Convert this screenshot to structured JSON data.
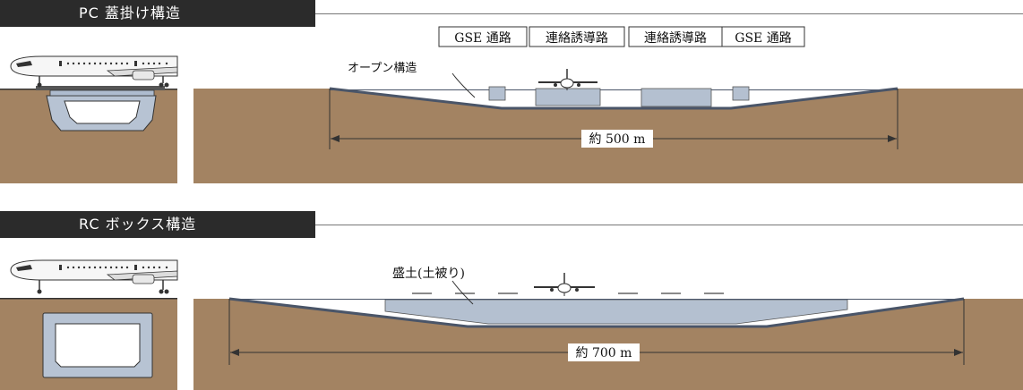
{
  "sections": [
    {
      "title": "PC 蓋掛け構造",
      "labels": [
        "GSE 通路",
        "連絡誘導路",
        "連絡誘導路",
        "GSE 通路"
      ],
      "callout": "オープン構造",
      "dimension": "約 500 m"
    },
    {
      "title": "RC ボックス構造",
      "callout": "盛土(土被り)",
      "dimension": "約 700 m"
    }
  ],
  "colors": {
    "soil": "#a38362",
    "structure": "#b4c0d0",
    "title_bg": "#2b2b2b"
  }
}
